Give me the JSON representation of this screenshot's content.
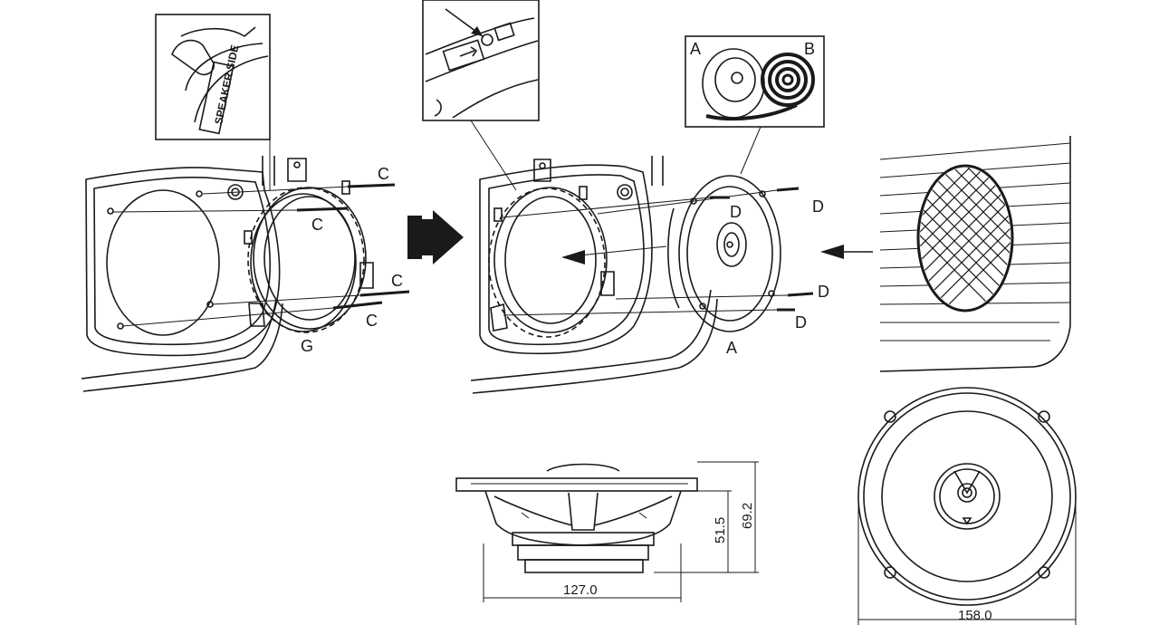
{
  "labels": {
    "c1": "C",
    "c2": "C",
    "c3": "C",
    "c4": "C",
    "g": "G",
    "d1": "D",
    "d2": "D",
    "d3": "D",
    "d4": "D",
    "a_speaker": "A",
    "inset_a": "A",
    "inset_b": "B",
    "speaker_side": "SPEAKER SIDE"
  },
  "dimensions": {
    "depth_total": "69.2",
    "depth_mount": "51.5",
    "mount_diameter": "127.0",
    "outer_diameter": "158.0"
  }
}
